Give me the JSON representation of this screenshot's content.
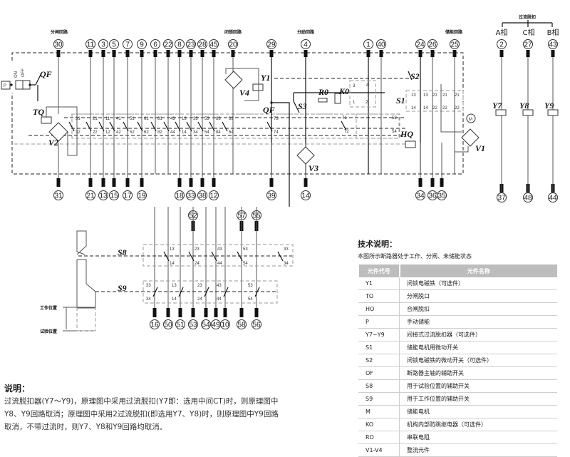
{
  "header_labels": {
    "trip_circuit": "分闸回路",
    "lock_circuit": "闭锁回路",
    "shunt_circuit": "分励回路",
    "charge_circuit": "储能回路",
    "overcurrent_trip": "过流脱扣"
  },
  "phases": [
    "A相",
    "C相",
    "B相"
  ],
  "top_terminals": [
    "30",
    "11",
    "3",
    "5",
    "7",
    "9",
    "6",
    "22",
    "8",
    "23",
    "28",
    "45",
    "20",
    "29",
    "4",
    "1",
    "40",
    "24",
    "26",
    "25",
    "2",
    "27",
    "43"
  ],
  "bottom_terminals": [
    "31",
    "21",
    "13",
    "15",
    "17",
    "19",
    "18",
    "33",
    "38",
    "12",
    "39",
    "14",
    "34",
    "36",
    "35",
    "37",
    "48",
    "44"
  ],
  "aux_top_terminals": [
    "52",
    "57",
    "55"
  ],
  "aux_bottom_terminals": [
    "16",
    "50",
    "51",
    "53",
    "54",
    "49",
    "10",
    "58",
    "56"
  ],
  "component_labels": {
    "qf": "QF",
    "qf2": "QF",
    "tq": "TQ",
    "v2": "V2",
    "v4": "V4",
    "y1": "Y1",
    "s3": "S3",
    "v3": "V3",
    "r0": "R0",
    "k0": "K0",
    "s2": "S2",
    "s1": "S1",
    "hq": "HQ",
    "m": "M",
    "v1": "V1",
    "y7": "Y7",
    "y8": "Y8",
    "y9": "Y9",
    "s8": "S8",
    "s9": "S9",
    "p": "P",
    "on": "ON",
    "off": "OFF"
  },
  "contact_labels": {
    "qf_row_top": [
      "31",
      "21",
      "11",
      "41",
      "51",
      "61",
      "81",
      "43",
      "13",
      "33",
      "53",
      "83",
      "63",
      "73"
    ],
    "qf_row_bottom": [
      "32",
      "22",
      "12",
      "42",
      "52",
      "62",
      "82",
      "44",
      "14",
      "34",
      "54",
      "84",
      "64",
      "74"
    ],
    "k0_row": [
      "71",
      "72"
    ],
    "hq_row": [
      "53",
      "54"
    ],
    "s1_top": [
      "13",
      "13",
      "21",
      "21",
      "21"
    ],
    "s1_bottom": [
      "14",
      "14",
      "22",
      "22",
      "22"
    ],
    "k0_relay": [
      "3",
      "4",
      "1",
      "2"
    ],
    "s8_top": [
      "13",
      "23",
      "43",
      "53",
      "33"
    ],
    "s8_bottom": [
      "14",
      "24",
      "44",
      "54",
      "34"
    ],
    "s9_top": [
      "33",
      "13",
      "23",
      "43",
      "53"
    ],
    "s9_bottom": [
      "34",
      "14",
      "24",
      "44",
      "54"
    ]
  },
  "position_labels": {
    "working": "工作位置",
    "test": "试验位置"
  },
  "explanation": {
    "title": "说明：",
    "lines": [
      "过流脱扣器(Y7～Y9)，原理图中采用过流脱扣(Y7即：选用中间CT)时，则原理图中",
      "Y8、Y9回路取消；原理图中采用2过流脱扣(即选用Y7、Y8)时，则原理图中Y9回路",
      "取消，不带过流时，则Y7、Y8和Y9回路均取消。"
    ]
  },
  "tech_notes": {
    "title": "技术说明：",
    "subtitle": "本图所示断路器处于工作、分闸、未储能状态",
    "headers": [
      "元件代号",
      "元件名称"
    ],
    "rows": [
      {
        "code": "Y1",
        "name": "闭锁电磁铁（可选件）"
      },
      {
        "code": "TO",
        "name": "分闸脱口"
      },
      {
        "code": "HO",
        "name": "合闸脱扣"
      },
      {
        "code": "P",
        "name": "手动储能"
      },
      {
        "code": "Y7~Y9",
        "name": "间接式过流脱扣器（可选件）"
      },
      {
        "code": "S1",
        "name": "储能电机用微动开关"
      },
      {
        "code": "S2",
        "name": "闭锁电磁铁的微动开关（可选件）"
      },
      {
        "code": "OF",
        "name": "断路器主轴的辅助开关"
      },
      {
        "code": "S8",
        "name": "用于试验位置的辅助开关"
      },
      {
        "code": "S9",
        "name": "用于工作位置的辅助开关"
      },
      {
        "code": "M",
        "name": "储能电机"
      },
      {
        "code": "KO",
        "name": "机构内部防跳继电器（可选件）"
      },
      {
        "code": "RO",
        "name": "串联电阻"
      },
      {
        "code": "V1-V4",
        "name": "整流元件"
      }
    ]
  }
}
